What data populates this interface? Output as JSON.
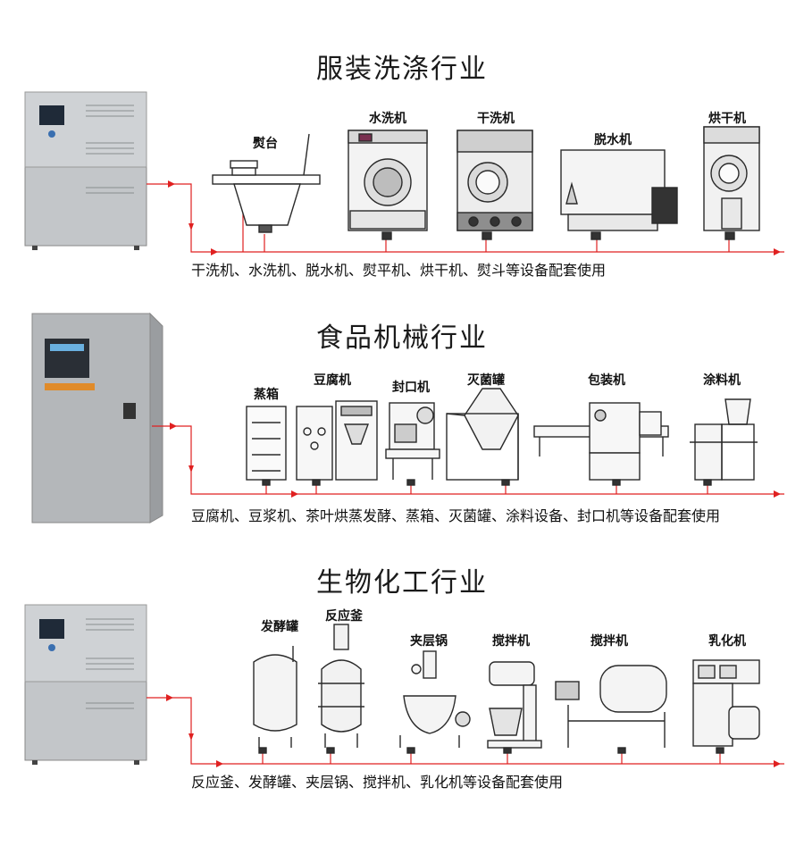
{
  "sections": [
    {
      "title": "服装洗涤行业",
      "machines": [
        "熨台",
        "水洗机",
        "干洗机",
        "脱水机",
        "烘干机"
      ],
      "caption": "干洗机、水洗机、脱水机、熨平机、烘干机、熨斗等设备配套使用"
    },
    {
      "title": "食品机械行业",
      "machines": [
        "蒸箱",
        "豆腐机",
        "封口机",
        "灭菌罐",
        "包装机",
        "涂料机"
      ],
      "caption": "豆腐机、豆浆机、茶叶烘蒸发酵、蒸箱、灭菌罐、涂料设备、封口机等设备配套使用"
    },
    {
      "title": "生物化工行业",
      "machines": [
        "发酵罐",
        "反应釜",
        "夹层锅",
        "搅拌机",
        "搅拌机",
        "乳化机"
      ],
      "caption": "反应釜、发酵罐、夹层锅、搅拌机、乳化机等设备配套使用"
    }
  ],
  "colors": {
    "pipe": "#e02020",
    "steel": "#b9bcbf",
    "line": "#2a2a2a"
  }
}
